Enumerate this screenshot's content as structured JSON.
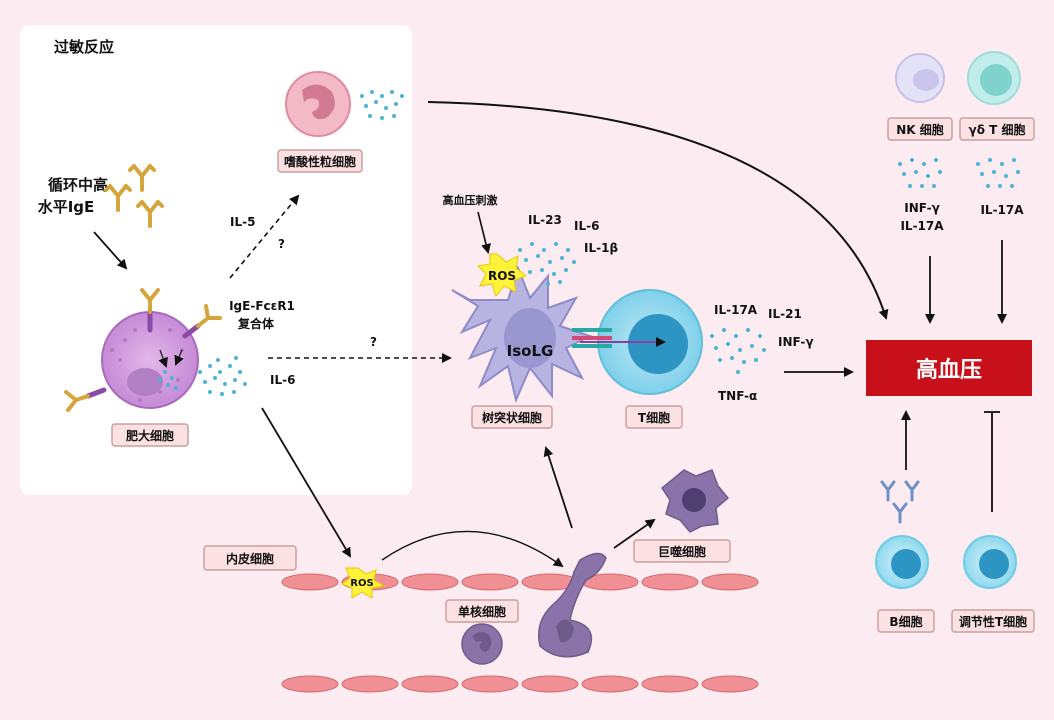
{
  "section_title": "过敏反应",
  "high_ige_line1": "循环中高",
  "high_ige_line2": "水平IgE",
  "cells": {
    "mast_cell": "肥大细胞",
    "eosinophil": "嗜酸性粒细胞",
    "dendritic_cell": "树突状细胞",
    "t_cell": "T细胞",
    "endothelial": "内皮细胞",
    "monocyte": "单核细胞",
    "macrophage": "巨噬细胞",
    "nk_cell": "NK 细胞",
    "gd_t_cell": "γδ T 细胞",
    "b_cell": "B细胞",
    "treg": "调节性T细胞"
  },
  "labels": {
    "il5": "IL-5",
    "q1": "?",
    "q2": "?",
    "ige_complex_1": "IgE-FcεR1",
    "ige_complex_2": "复合体",
    "il6_mast": "IL-6",
    "ht_stimulus": "高血压刺激",
    "ros": "ROS",
    "ros_endo": "ROS",
    "il23": "IL-23",
    "il6_dc": "IL-6",
    "il1b": "IL-1β",
    "isolg": "IsoLG",
    "il17a_t": "IL-17A",
    "il21": "IL-21",
    "infg_t": "INF-γ",
    "tnfa": "TNF-α",
    "nk_infg": "INF-γ",
    "nk_il17a": "IL-17A",
    "gd_il17a": "IL-17A"
  },
  "hypertension": "高血压",
  "colors": {
    "background": "#fcecf1",
    "hypertension_box": "#c8101a",
    "label_box": "#fbe1e1",
    "antibody": "#d4a53a",
    "b_cell_antibody": "#6e8fc8"
  }
}
